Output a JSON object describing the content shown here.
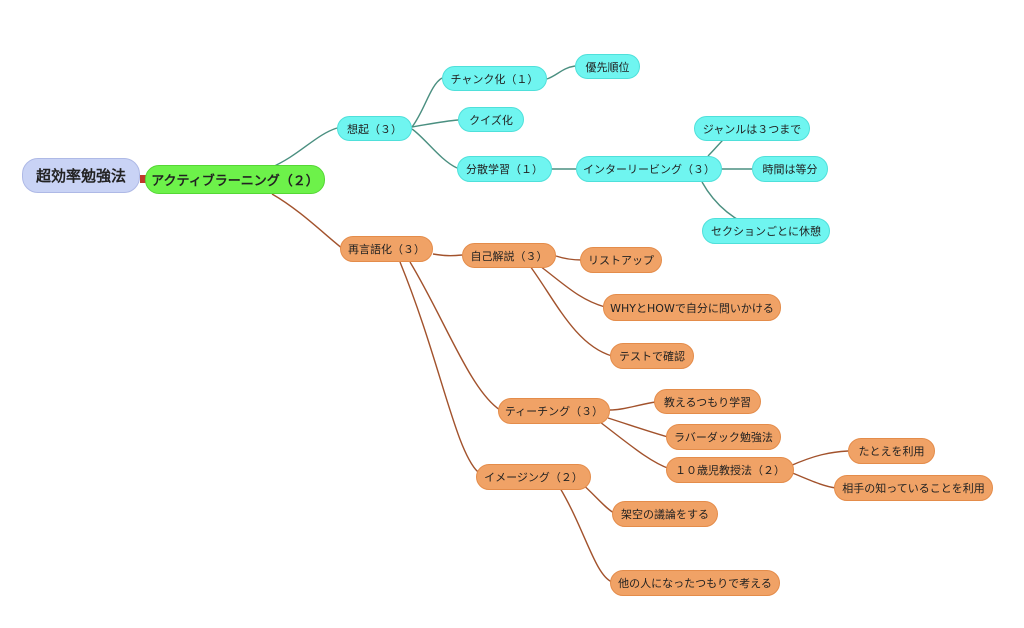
{
  "nodes": {
    "root": "超効率勉強法",
    "main": "アクティブラーニング（２）",
    "souki": "想起（３）",
    "chunk": "チャンク化（１）",
    "priority": "優先順位",
    "quiz": "クイズ化",
    "spaced": "分散学習（１）",
    "interleaving": "インターリービング（３）",
    "genre": "ジャンルは３つまで",
    "time_equal": "時間は等分",
    "section_rest": "セクションごとに休憩",
    "verbalize": "再言語化（３）",
    "self_explain": "自己解説（３）",
    "list_up": "リストアップ",
    "why_how": "WHYとHOWで自分に問いかける",
    "test_check": "テストで確認",
    "teaching": "ティーチング（３）",
    "teach_learn": "教えるつもり学習",
    "rubber_duck": "ラバーダック勉強法",
    "ten_year_old": "１０歳児教授法（２）",
    "analogy": "たとえを利用",
    "partner_knows": "相手の知っていることを利用",
    "imaging": "イメージング（２）",
    "fictional_debate": "架空の議論をする",
    "other_person": "他の人になったつもりで考える"
  },
  "colors": {
    "root": "#c9d3f5",
    "main": "#6df24a",
    "teal": "#6ff5f0",
    "teal_line": "#4a8f80",
    "orange": "#f0a266",
    "orange_line": "#a2522c",
    "connector": "#c0392b"
  }
}
